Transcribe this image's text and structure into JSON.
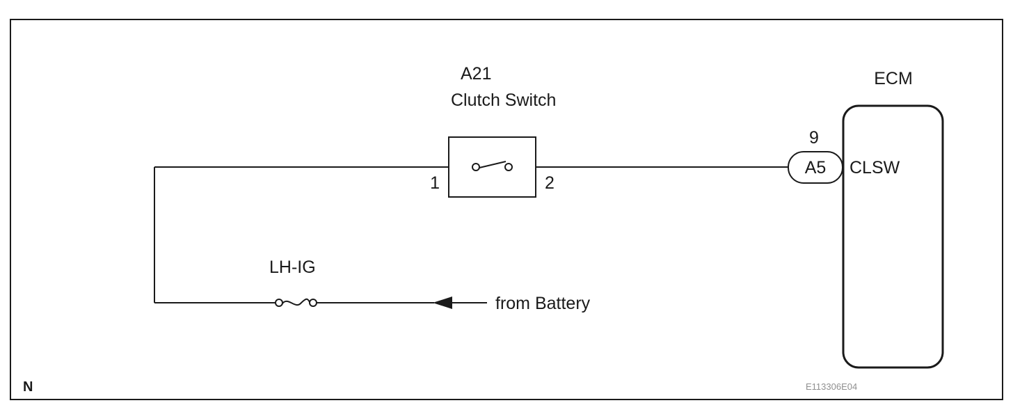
{
  "diagram": {
    "title_block": {
      "component_id": "A21",
      "component_name": "Clutch Switch"
    },
    "switch": {
      "pin_left": "1",
      "pin_right": "2"
    },
    "ecm": {
      "label": "ECM",
      "terminal_name": "CLSW",
      "connector_id": "A5",
      "pin_number": "9"
    },
    "fuse": {
      "label": "LH-IG"
    },
    "power_source": {
      "label": "from Battery"
    },
    "footer": {
      "note": "N",
      "doc_code": "E113306E04"
    },
    "colors": {
      "line": "#1a1a1a",
      "background": "#ffffff",
      "code_text": "#8f8f8f"
    }
  }
}
